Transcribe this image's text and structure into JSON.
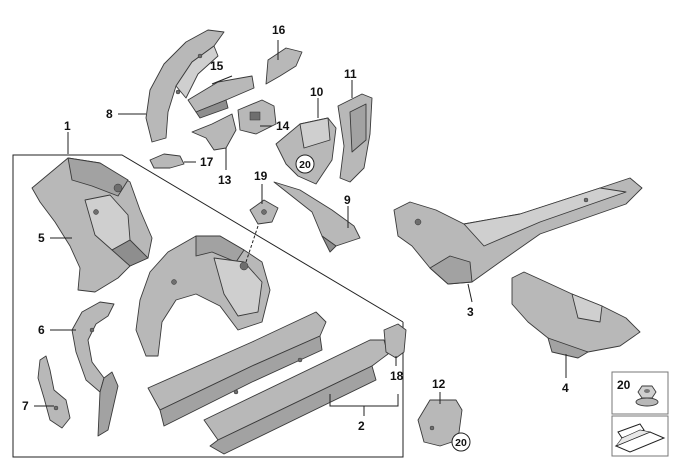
{
  "diagram": {
    "callouts": {
      "c1": "1",
      "c2": "2",
      "c3": "3",
      "c4": "4",
      "c5": "5",
      "c6": "6",
      "c7": "7",
      "c8": "8",
      "c9": "9",
      "c10": "10",
      "c11": "11",
      "c12": "12",
      "c13": "13",
      "c14": "14",
      "c15": "15",
      "c16": "16",
      "c17": "17",
      "c18": "18",
      "c19": "19"
    },
    "ref_badge": "20",
    "legend": {
      "badge": "20"
    }
  }
}
